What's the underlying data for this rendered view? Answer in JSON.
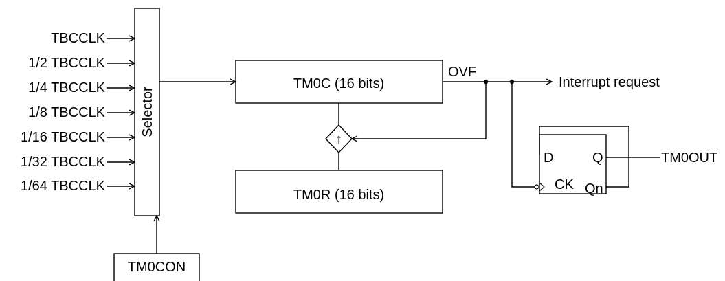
{
  "inputs": [
    "TBCCLK",
    "1/2 TBCCLK",
    "1/4 TBCCLK",
    "1/8 TBCCLK",
    "1/16 TBCCLK",
    "1/32 TBCCLK",
    "1/64 TBCCLK"
  ],
  "selector_label": "Selector",
  "control_label": "TM0CON",
  "counter_label": "TM0C (16 bits)",
  "register_label": "TM0R (16 bits)",
  "compare_symbol": "↑",
  "overflow_label": "OVF",
  "interrupt_label": "Interrupt request",
  "flipflop": {
    "d": "D",
    "q": "Q",
    "ck": "CK",
    "qn": "Qn"
  },
  "output_label": "TM0OUT"
}
